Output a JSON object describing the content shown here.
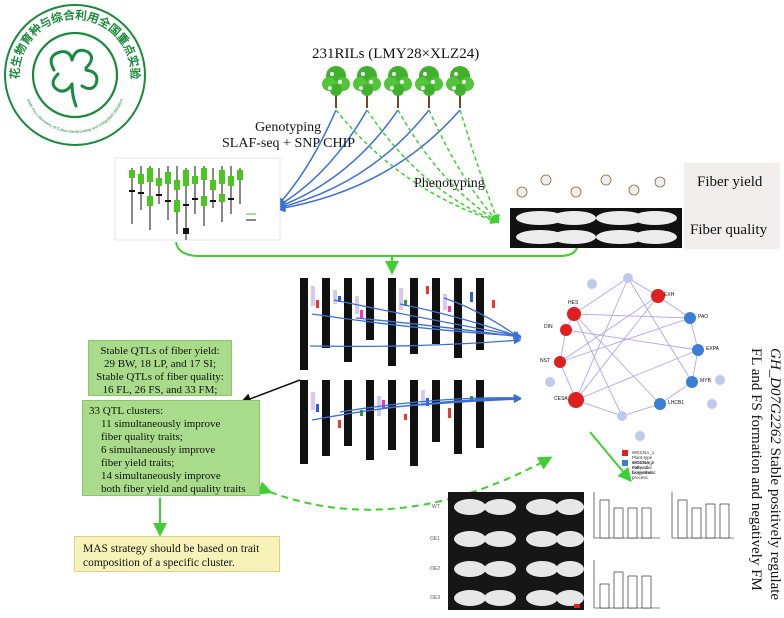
{
  "logo": {
    "title_cn": "棉花生物育种与综合利用全国重点实验室",
    "subtitle_en": "State Key Laboratory of Cotton Bio-breeding and Integrated Utilization",
    "ring_color": "#1a8a3c"
  },
  "population_label": "231RILs (LMY28×XLZ24)",
  "genotyping_label": "Genotyping",
  "genotyping_method": "SLAF-seq + SNP CHIP",
  "phenotyping_label": "Phenotyping",
  "fiber_yield_label": "Fiber yield",
  "fiber_quality_label": "Fiber quality",
  "stable_qtls": {
    "line1": "Stable QTLs of fiber yield:",
    "line2": "29 BW, 18 LP, and 17 SI;",
    "line3": "Stable QTLs of fiber quality:",
    "line4": "16 FL, 26 FS, and 33 FM;"
  },
  "qtl_clusters": {
    "line1": "33 QTL clusters:",
    "line2": "11 simultaneously improve",
    "line3": "fiber quality traits;",
    "line4": "6 simultaneously improve",
    "line5": "fiber yield traits;",
    "line6": "14 simultaneously improve",
    "line7": "both fiber yield and quality traits"
  },
  "mas_strategy": {
    "line1": "MAS strategy should be based on trait",
    "line2": "composition of a specific cluster."
  },
  "gene_conclusion": {
    "line1_italic": "GH_D07G2262",
    "line1_rest": " Stable positively regulate",
    "line2": "FL and FS formation and negatively FM"
  },
  "network": {
    "nodes_red": [
      "HES",
      "EXH",
      "DIN",
      "NST",
      "CESA"
    ],
    "nodes_blue": [
      "PAO",
      "EXPA",
      "MYB",
      "LHCB1"
    ],
    "legend": [
      {
        "color": "#e02020",
        "label": "WGCNA_1 Plant-type secondary cell wall biogenesis"
      },
      {
        "color": "#3a7fd5",
        "label": "WGCNA_2 Fatty acid biosynthetic process"
      }
    ]
  },
  "sample_labels": [
    "WT",
    "OE1",
    "OE2",
    "OE3"
  ],
  "colors": {
    "arrow_green": "#3ecf30",
    "arrow_blue": "#3a6fd8",
    "box_green": "#a9dc8a",
    "box_yellow": "#f6f2b8"
  }
}
